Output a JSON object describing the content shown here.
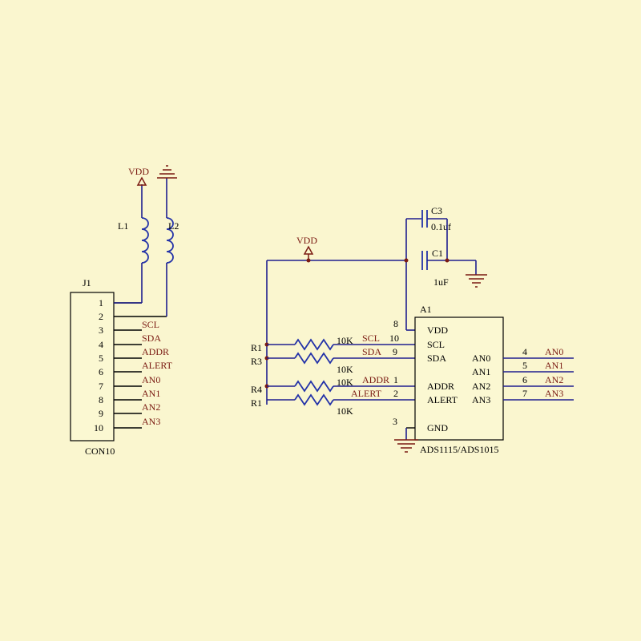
{
  "connector": {
    "ref": "J1",
    "name": "CON10",
    "pins": [
      {
        "num": "1",
        "net": ""
      },
      {
        "num": "2",
        "net": ""
      },
      {
        "num": "3",
        "net": "SCL"
      },
      {
        "num": "4",
        "net": "SDA"
      },
      {
        "num": "5",
        "net": "ADDR"
      },
      {
        "num": "6",
        "net": "ALERT"
      },
      {
        "num": "7",
        "net": "AN0"
      },
      {
        "num": "8",
        "net": "AN1"
      },
      {
        "num": "9",
        "net": "AN2"
      },
      {
        "num": "10",
        "net": "AN3"
      }
    ]
  },
  "power": {
    "vdd_label_left": "VDD",
    "vdd_label_right": "VDD"
  },
  "inductors": [
    {
      "ref": "L1"
    },
    {
      "ref": "L2"
    }
  ],
  "capacitors": [
    {
      "ref": "C3",
      "value": "0.1uf"
    },
    {
      "ref": "C1",
      "value": "1uF"
    }
  ],
  "resistors": [
    {
      "ref": "R1",
      "value": "10K"
    },
    {
      "ref": "R3",
      "value": "10K"
    },
    {
      "ref": "R4",
      "value": "10K"
    },
    {
      "ref": "R1",
      "value": "10K"
    }
  ],
  "ic": {
    "ref": "A1",
    "part": "ADS1115/ADS1015",
    "left_pins": [
      {
        "num": "8",
        "name": "VDD",
        "net": ""
      },
      {
        "num": "10",
        "name": "SCL",
        "net": "SCL"
      },
      {
        "num": "9",
        "name": "SDA",
        "net": "SDA"
      },
      {
        "num": "1",
        "name": "ADDR",
        "net": "ADDR"
      },
      {
        "num": "2",
        "name": "ALERT",
        "net": "ALERT"
      },
      {
        "num": "3",
        "name": "GND",
        "net": ""
      }
    ],
    "right_pins": [
      {
        "num": "4",
        "name": "AN0",
        "net": "AN0"
      },
      {
        "num": "5",
        "name": "AN1",
        "net": "AN1"
      },
      {
        "num": "6",
        "name": "AN2",
        "net": "AN2"
      },
      {
        "num": "7",
        "name": "AN3",
        "net": "AN3"
      }
    ]
  }
}
